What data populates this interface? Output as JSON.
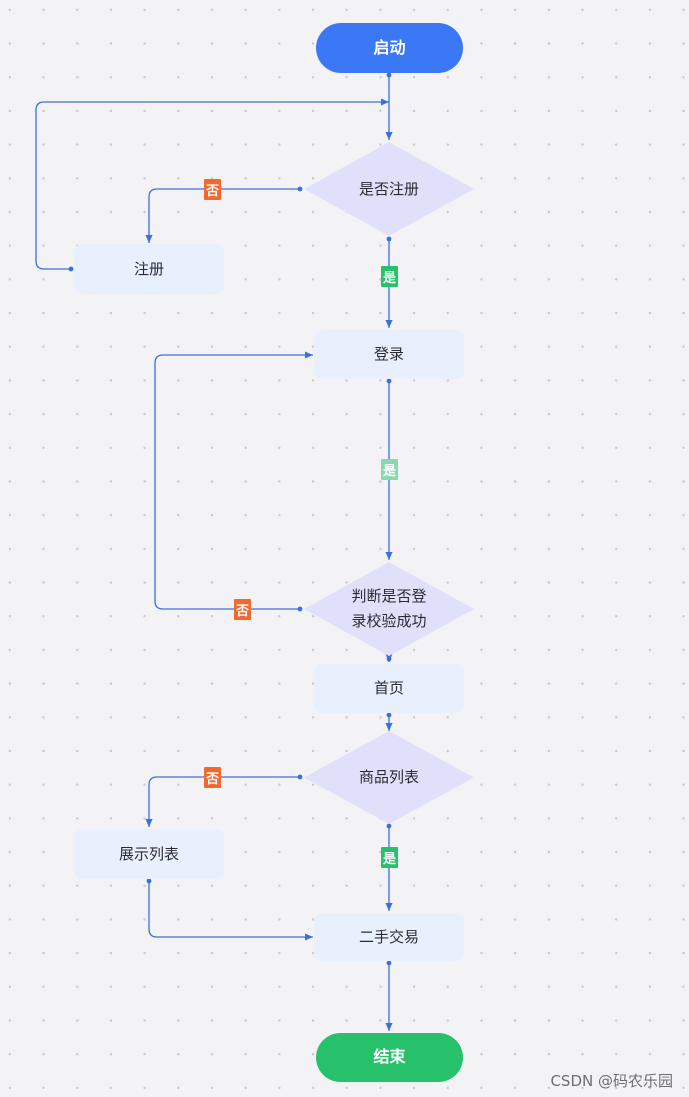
{
  "nodes": {
    "start": "启动",
    "is_registered": "是否注册",
    "register": "注册",
    "login": "登录",
    "login_check_line1": "判断是否登",
    "login_check_line2": "录校验成功",
    "home": "首页",
    "product_list": "商品列表",
    "show_list": "展示列表",
    "trade": "二手交易",
    "end": "结束"
  },
  "edge_labels": {
    "yes": "是",
    "no": "否"
  },
  "colors": {
    "start": "#3b78f6",
    "end": "#27c16c",
    "process": "#e9f0fd",
    "decision": "#e1e0fb",
    "connector": "#3b6fe0",
    "yes_tag": "#27c16c",
    "no_tag": "#f2682f"
  },
  "watermark": "CSDN @码农乐园"
}
